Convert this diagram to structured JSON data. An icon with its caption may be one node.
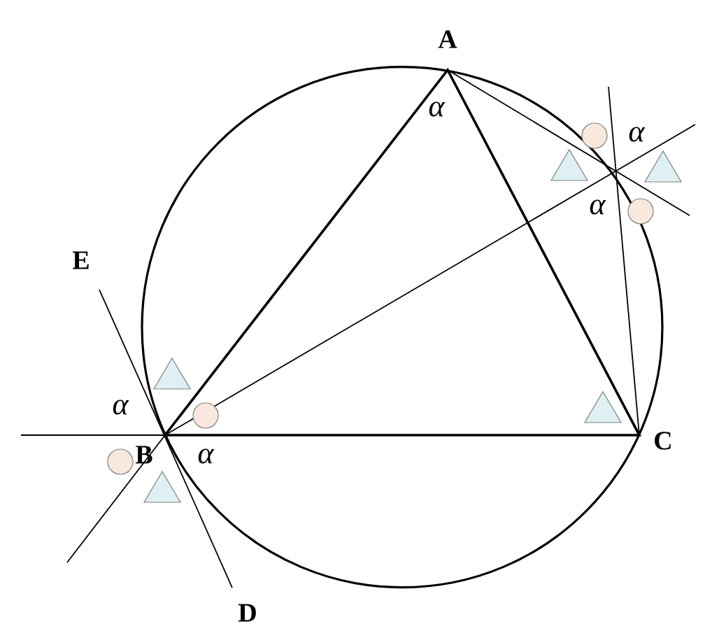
{
  "diagram": {
    "labels": [
      "A",
      "α",
      "α",
      "α",
      "E",
      "α",
      "B",
      "α",
      "C",
      "D"
    ]
  }
}
